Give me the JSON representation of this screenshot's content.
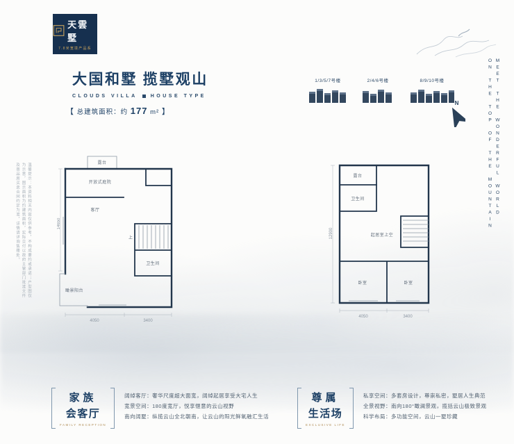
{
  "logo": {
    "name": "天雲墅",
    "tagline": "7.8米宽境产品系"
  },
  "hero": {
    "title": "大国和墅 揽墅观山",
    "subtitle_left": "CLOUDS VILLA",
    "subtitle_right": "HOUSE TYPE",
    "bracket_open": "【",
    "bracket_close": "】",
    "area_prefix": "总建筑面积：约",
    "area_value": "177",
    "area_unit": "m²"
  },
  "site": {
    "buildings": [
      {
        "label": "1/3/5/7号楼"
      },
      {
        "label": "2/4/6号楼"
      },
      {
        "label": "8/9/10号楼"
      }
    ],
    "compass": "N"
  },
  "right_vertical_text": {
    "line1": "MEET THE WONDERFUL WORLD",
    "line2": "ON THE TOP OF THE MOUNTAIN"
  },
  "left_vertical_text": "温馨提示：本资料相关内容仅供参考，不构成要约或承诺；户型图仅为示意，图示面积为约建筑面积，实际交付以政府主管部门批准文件及商品房买卖合同约定为准，详情请详询售楼处。",
  "plan_left": {
    "rooms": {
      "terrace": "露台",
      "courtyard": "开放式庭院",
      "living": "客厅",
      "stair": "上",
      "bath": "卫生间",
      "balcony": "瞰景阳台"
    },
    "dims": {
      "w1": "4050",
      "w2": "3400",
      "h": "14650"
    }
  },
  "plan_right": {
    "rooms": {
      "terrace": "露台",
      "bath": "卫生间",
      "void": "起居室上空",
      "bed1": "卧室",
      "bed2": "卧室"
    },
    "dims": {
      "w1": "4050",
      "w2": "3400",
      "h": "12900"
    }
  },
  "footer_left": {
    "label1": "家族",
    "label2": "会客厅",
    "sub": "FAMILY RECEPTION",
    "lines": [
      "阔绰客厅：奢华尺度超大面宽，阔绰起居享受大宅人生",
      "宽景空间：180度宽厅，悦享惬意的云山视野",
      "南向阔墅：纵揽云山全北朝南，让云山的阳光鲜氧融汇生活"
    ]
  },
  "footer_right": {
    "label1": "尊属",
    "label2": "生活场",
    "sub": "EXCLUSIVE LIFE",
    "lines": [
      "私享空间：多套房设计，尊崇私密，墅居人生典范",
      "全景视野：南向180°瞰澜景观，揽括云山极致景观",
      "科学布局：多功能空间，云山一墅珍藏"
    ]
  },
  "colors": {
    "navy": "#1d4065",
    "gold": "#b08d57",
    "wall": "#22364c"
  }
}
